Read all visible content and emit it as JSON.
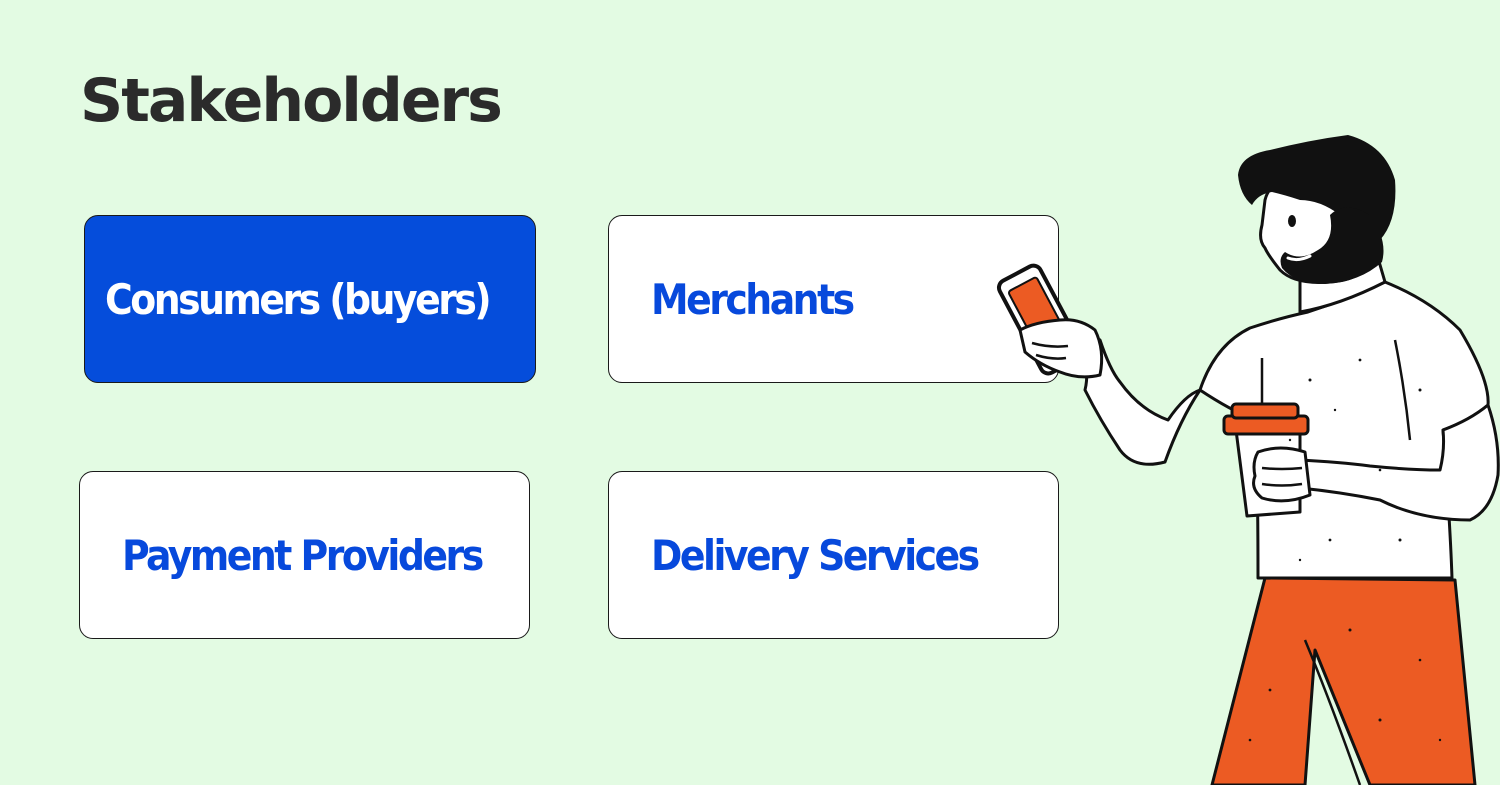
{
  "page": {
    "title": "Stakeholders"
  },
  "stakeholders": [
    {
      "label": "Consumers (buyers)",
      "selected": true
    },
    {
      "label": "Merchants",
      "selected": false
    },
    {
      "label": "Payment Providers",
      "selected": false
    },
    {
      "label": "Delivery Services",
      "selected": false
    }
  ],
  "colors": {
    "background": "#e3fbe3",
    "accent_blue": "#054ddb",
    "label_blue": "#0749dc",
    "title_text": "#2b2b2b",
    "illustration_orange": "#ec5b23"
  },
  "illustration": {
    "icon": "man-with-phone-and-coffee-illustration"
  }
}
